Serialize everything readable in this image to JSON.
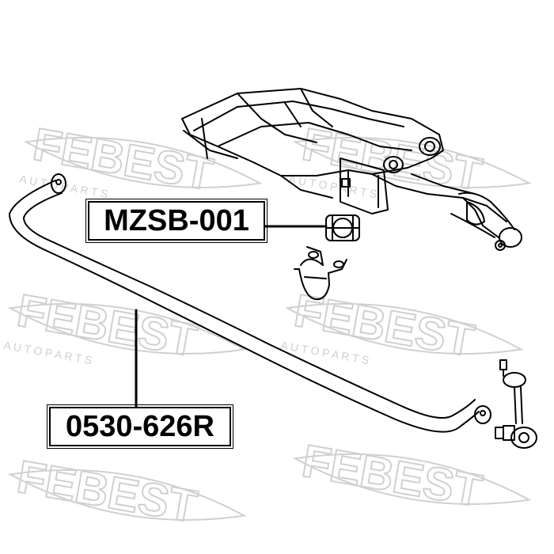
{
  "callouts": {
    "bushing_part_number": "MZSB-001",
    "link_part_number": "0530-626R"
  },
  "watermark": {
    "brand": "FEBEST",
    "tagline": "A U T O   P A R T S",
    "color": "#d0d0d0"
  },
  "colors": {
    "line": "#000000",
    "background": "#ffffff"
  }
}
